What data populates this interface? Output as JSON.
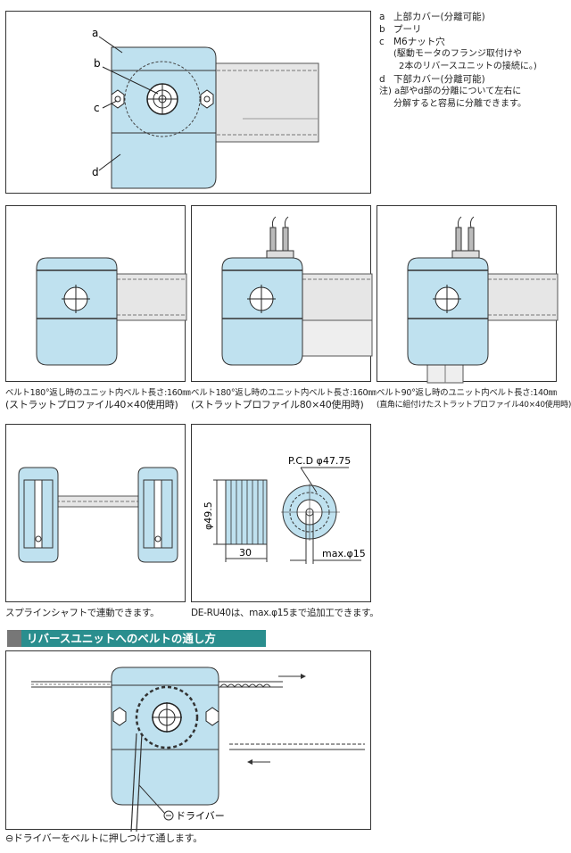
{
  "top_diagram": {
    "callouts": [
      "a",
      "b",
      "c",
      "d"
    ]
  },
  "legend": {
    "items": [
      {
        "key": "a",
        "text": "上部カバー(分離可能)"
      },
      {
        "key": "b",
        "text": "プーリ"
      },
      {
        "key": "c",
        "text": "M6ナット穴"
      }
    ],
    "c_note_line1": "(駆動モータのフランジ取付けや",
    "c_note_line2": "2本のリバースユニットの接続に。)",
    "item_d_key": "d",
    "item_d_text": "下部カバー(分離可能)",
    "note_line1": "注) a部やd部の分離について左右に",
    "note_line2": "分解すると容易に分離できます。"
  },
  "captions": {
    "panel1_line1": "ベルト180°返し時のユニット内ベルト長さ:160㎜",
    "panel1_line2": "(ストラットプロファイル40×40使用時)",
    "panel2_line1": "ベルト180°返し時のユニット内ベルト長さ:160㎜",
    "panel2_line2": "(ストラットプロファイル80×40使用時)",
    "panel3_line1": "ベルト90°返し時のユニット内ベルト長さ:140㎜",
    "panel3_line2": "(直角に組付けたストラットプロファイル40×40使用時)",
    "spline": "スプラインシャフトで連動できます。",
    "machining": "DE-RU40は、max.φ15まで追加工できます。"
  },
  "dimensions": {
    "pcd": "P.C.D φ47.75",
    "dia": "φ49.5",
    "width": "30",
    "bore": "max.φ15"
  },
  "section": {
    "title": "リバースユニットへのベルトの通し方"
  },
  "threading": {
    "driver_label": "ドライバー",
    "driver_symbol": "⊖",
    "instruction": "⊖ドライバーをベルトに押しつけて通します。"
  }
}
